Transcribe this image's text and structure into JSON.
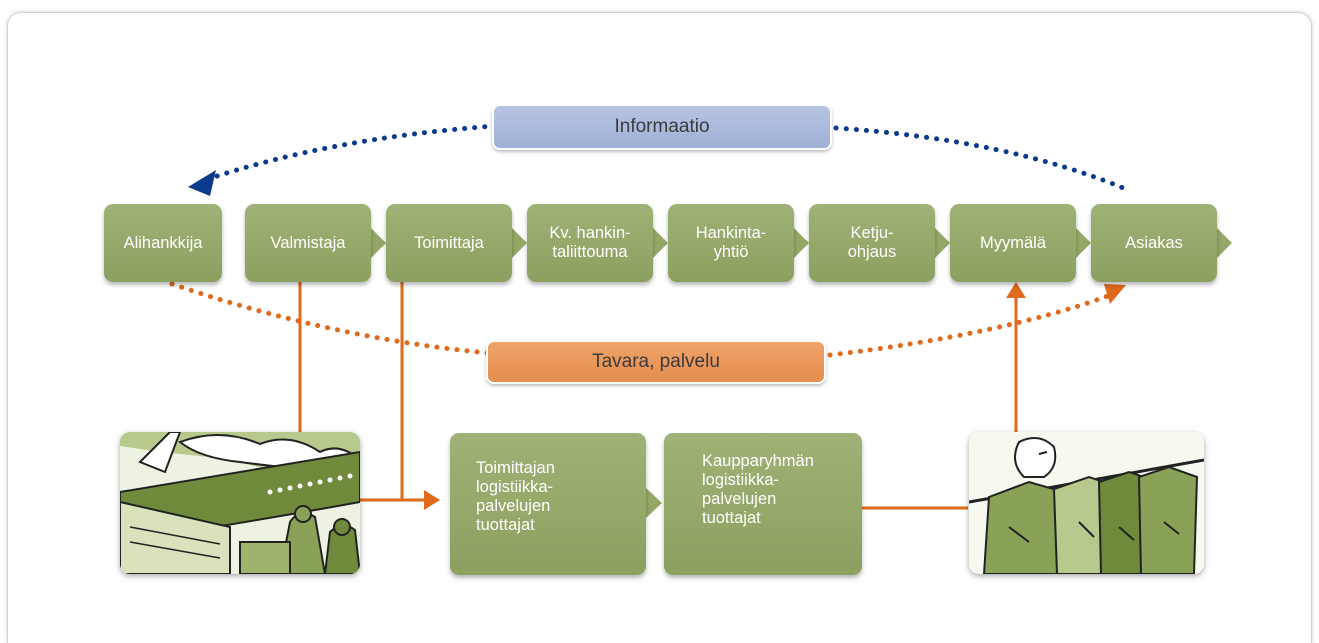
{
  "labels": {
    "information": "Informaatio",
    "goods": "Tavara, palvelu"
  },
  "chain": [
    {
      "id": "alihankkija",
      "label": "Alihankkija"
    },
    {
      "id": "valmistaja",
      "label": "Valmistaja"
    },
    {
      "id": "toimittaja",
      "label": "Toimittaja"
    },
    {
      "id": "kv-hankintaliittouma",
      "label": "Kv. hankin-\ntaliittouma"
    },
    {
      "id": "hankintayhtio",
      "label": "Hankinta-\nyhtiö"
    },
    {
      "id": "ketjuohjaus",
      "label": "Ketju-\nohjaus"
    },
    {
      "id": "myymala",
      "label": "Myymälä"
    },
    {
      "id": "asiakas",
      "label": "Asiakas"
    }
  ],
  "logistics": [
    {
      "id": "supplier-logistics",
      "label": "Toimittajan\nlogistiikka-\npalvelujen\ntuottajat"
    },
    {
      "id": "group-logistics",
      "label": "Kaupparyhmän\nlogistiikka-\npalvelujen\ntuottajat"
    }
  ],
  "pictures": [
    {
      "id": "shipping",
      "icon": "airplane-cargo-illustration"
    },
    {
      "id": "clothes",
      "icon": "clothing-rack-illustration"
    }
  ],
  "colors": {
    "box_green": "#93a866",
    "info_blue": "#0a3a8a",
    "goods_orange": "#e06a1b",
    "info_pill": "#a8b6dc",
    "goods_pill": "#ea955a"
  }
}
